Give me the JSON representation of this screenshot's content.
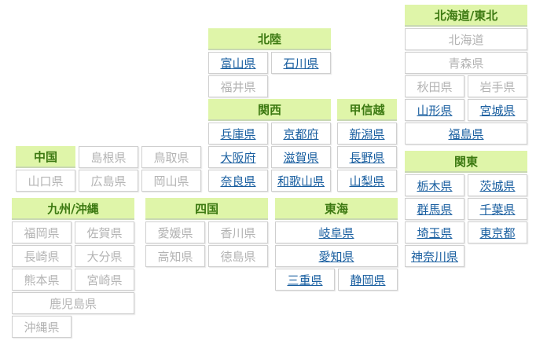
{
  "regions": {
    "hokkaido_tohoku": {
      "title": "北海道/東北",
      "prefectures": [
        {
          "name": "北海道",
          "linked": false
        },
        {
          "name": "青森県",
          "linked": false
        },
        {
          "name": "秋田県",
          "linked": false
        },
        {
          "name": "岩手県",
          "linked": false
        },
        {
          "name": "山形県",
          "linked": true
        },
        {
          "name": "宮城県",
          "linked": true
        },
        {
          "name": "福島県",
          "linked": true
        }
      ]
    },
    "hokuriku": {
      "title": "北陸",
      "prefectures": [
        {
          "name": "富山県",
          "linked": true
        },
        {
          "name": "石川県",
          "linked": true
        },
        {
          "name": "福井県",
          "linked": false
        }
      ]
    },
    "kansai": {
      "title": "関西",
      "prefectures": [
        {
          "name": "兵庫県",
          "linked": true
        },
        {
          "name": "京都府",
          "linked": true
        },
        {
          "name": "大阪府",
          "linked": true
        },
        {
          "name": "滋賀県",
          "linked": true
        },
        {
          "name": "奈良県",
          "linked": true
        },
        {
          "name": "和歌山県",
          "linked": true
        }
      ]
    },
    "koshinetsu": {
      "title": "甲信越",
      "prefectures": [
        {
          "name": "新潟県",
          "linked": true
        },
        {
          "name": "長野県",
          "linked": true
        },
        {
          "name": "山梨県",
          "linked": true
        }
      ]
    },
    "kanto": {
      "title": "関東",
      "prefectures": [
        {
          "name": "栃木県",
          "linked": true
        },
        {
          "name": "茨城県",
          "linked": true
        },
        {
          "name": "群馬県",
          "linked": true
        },
        {
          "name": "千葉県",
          "linked": true
        },
        {
          "name": "埼玉県",
          "linked": true
        },
        {
          "name": "東京都",
          "linked": true
        },
        {
          "name": "神奈川県",
          "linked": true
        }
      ]
    },
    "chugoku": {
      "title": "中国",
      "prefectures": [
        {
          "name": "島根県",
          "linked": false
        },
        {
          "name": "鳥取県",
          "linked": false
        },
        {
          "name": "山口県",
          "linked": false
        },
        {
          "name": "広島県",
          "linked": false
        },
        {
          "name": "岡山県",
          "linked": false
        }
      ]
    },
    "kyushu_okinawa": {
      "title": "九州/沖縄",
      "prefectures": [
        {
          "name": "福岡県",
          "linked": false
        },
        {
          "name": "佐賀県",
          "linked": false
        },
        {
          "name": "長崎県",
          "linked": false
        },
        {
          "name": "大分県",
          "linked": false
        },
        {
          "name": "熊本県",
          "linked": false
        },
        {
          "name": "宮崎県",
          "linked": false
        },
        {
          "name": "鹿児島県",
          "linked": false
        },
        {
          "name": "沖縄県",
          "linked": false
        }
      ]
    },
    "shikoku": {
      "title": "四国",
      "prefectures": [
        {
          "name": "愛媛県",
          "linked": false
        },
        {
          "name": "香川県",
          "linked": false
        },
        {
          "name": "高知県",
          "linked": false
        },
        {
          "name": "徳島県",
          "linked": false
        }
      ]
    },
    "tokai": {
      "title": "東海",
      "prefectures": [
        {
          "name": "岐阜県",
          "linked": true
        },
        {
          "name": "愛知県",
          "linked": true
        },
        {
          "name": "三重県",
          "linked": true
        },
        {
          "name": "静岡県",
          "linked": true
        }
      ]
    }
  },
  "colors": {
    "header_bg": "#dff5a9",
    "header_text": "#3d7a12",
    "link": "#1a5fa0",
    "disabled": "#b3b3b3"
  }
}
